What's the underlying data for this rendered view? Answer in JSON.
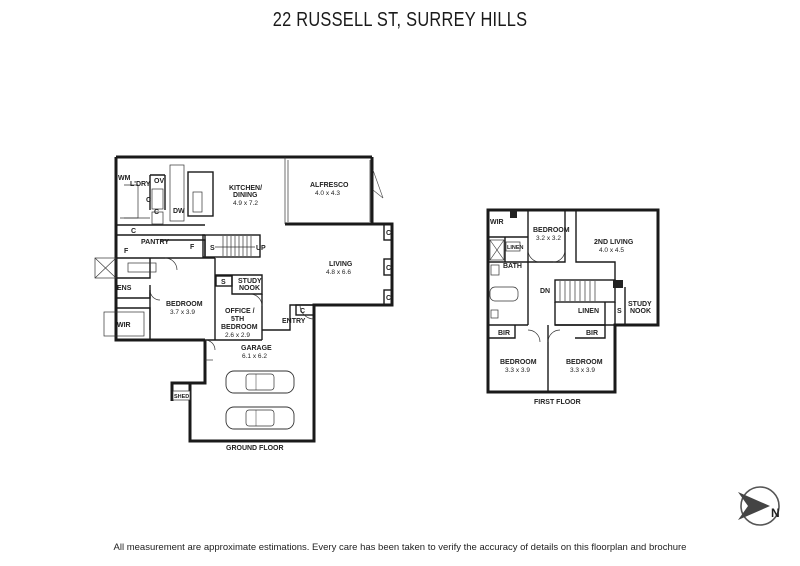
{
  "title": "22 RUSSELL ST, SURREY HILLS",
  "footer": "All measurement are approximate estimations. Every care has been taken to verify the accuracy of details on this floorplan and brochure",
  "ground_floor": {
    "label": "GROUND FLOOR",
    "rooms": {
      "wm": "WM",
      "ldry": "L'DRY",
      "ov": "OV",
      "c1": "C",
      "c2": "C",
      "c3": "C",
      "dw": "DW",
      "kitchen_name": "KITCHEN/",
      "kitchen_name2": "DINING",
      "kitchen_dim": "4.9 x 7.2",
      "alfresco_name": "ALFRESCO",
      "alfresco_dim": "4.0 x 4.3",
      "pantry": "PANTRY",
      "f1": "F",
      "f2": "F",
      "s1": "S",
      "s2": "S",
      "up": "UP",
      "living_name": "LIVING",
      "living_dim": "4.8 x 6.6",
      "study_nook1": "STUDY",
      "study_nook2": "NOOK",
      "ens": "ENS",
      "bedroom_name": "BEDROOM",
      "bedroom_dim": "3.7 x 3.9",
      "wir": "WIR",
      "office1": "OFFICE /",
      "office2": "5TH",
      "office3": "BEDROOM",
      "office_dim": "2.6 x 2.9",
      "entry": "ENTRY",
      "garage_name": "GARAGE",
      "garage_dim": "6.1 x 6.2",
      "shed": "SHED",
      "cl1": "C",
      "cl2": "C",
      "cl3": "C",
      "cl4": "C"
    }
  },
  "first_floor": {
    "label": "FIRST FLOOR",
    "rooms": {
      "wir": "WIR",
      "bedroom1_name": "BEDROOM",
      "bedroom1_dim": "3.2 x 3.2",
      "second_living_name": "2ND LIVING",
      "second_living_dim": "4.0 x 4.5",
      "bath": "BATH",
      "linen_small": "LINEN",
      "dn": "DN",
      "linen": "LINEN",
      "s": "S",
      "study1": "STUDY",
      "study2": "NOOK",
      "bir1": "BIR",
      "bir2": "BIR",
      "bedroom2_name": "BEDROOM",
      "bedroom2_dim": "3.3 x 3.9",
      "bedroom3_name": "BEDROOM",
      "bedroom3_dim": "3.3 x 3.9"
    }
  },
  "compass": {
    "icon": "north-arrow-icon",
    "letter": "N"
  }
}
